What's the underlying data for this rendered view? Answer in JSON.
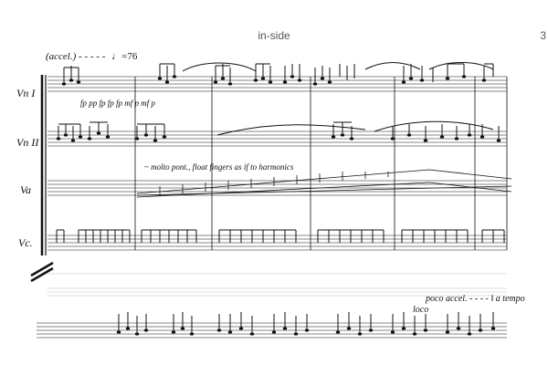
{
  "header": {
    "title": "in-side",
    "page_number": "3"
  },
  "tempo": {
    "prefix": "(accel.) - - - - - ",
    "marking": "♩=76"
  },
  "instruments": {
    "violin1": "Vn I",
    "violin2": "Vn II",
    "viola": "Va",
    "cello": "Vc."
  },
  "annotations": {
    "viola_technique": "~ molto pont., float fingers as if to harmonics",
    "dynamics_vn1": "fp pp   fp   fp   fp mf p mf p",
    "poco_accel": "poco accel. - - - - ‖ a tempo",
    "loco": "loco"
  }
}
